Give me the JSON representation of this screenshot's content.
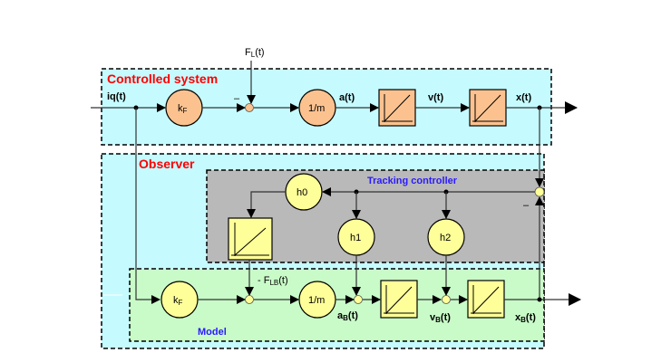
{
  "colors": {
    "system_bg": "#c5fbff",
    "controller_bg": "#b9b9b9",
    "model_bg": "#c9fbc8",
    "orange_block": "#fbc28f",
    "yellow_block": "#ffff99",
    "title_red": "#ff0000",
    "title_blue": "#2a1aff"
  },
  "regions": {
    "controlled_system": "Controlled system",
    "observer": "Observer",
    "tracking_controller": "Tracking controller",
    "model": "Model"
  },
  "signals": {
    "input": "iq(t)",
    "load_force": "F",
    "load_force_sub": "L",
    "load_force_suffix": "(t)",
    "accel": "a(t)",
    "velocity": "v(t)",
    "position": "x(t)",
    "est_load_prefix": "- F",
    "est_load_sub": "LB",
    "est_load_suffix": "(t)",
    "est_accel": "a",
    "est_accel_sub": "B",
    "est_accel_suffix": "(t)",
    "est_velocity": "v",
    "est_velocity_sub": "B",
    "est_velocity_suffix": "(t)",
    "est_position": "x",
    "est_position_sub": "B",
    "est_position_suffix": "(t)",
    "minus": "–"
  },
  "blocks": {
    "kf": "k",
    "kf_sub": "F",
    "inv_mass": "1/m",
    "h0": "h0",
    "h1": "h1",
    "h2": "h2"
  }
}
